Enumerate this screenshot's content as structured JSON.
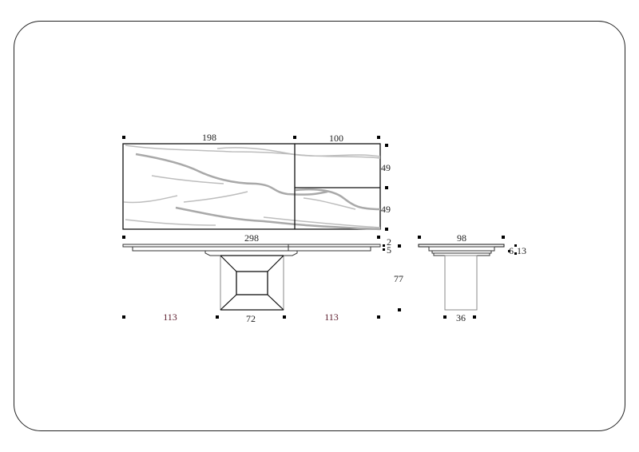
{
  "top_view": {
    "width_main": "198",
    "width_extension": "100",
    "depth_upper": "49",
    "depth_lower": "49"
  },
  "front_view": {
    "total_width": "298",
    "top_thickness": "2",
    "frame_thickness": "5",
    "height": "77",
    "overhang_left": "113",
    "base_width": "72",
    "overhang_right": "113"
  },
  "side_view": {
    "depth": "98",
    "thickness_a": "6",
    "thickness_b": "13",
    "base_depth": "36"
  }
}
